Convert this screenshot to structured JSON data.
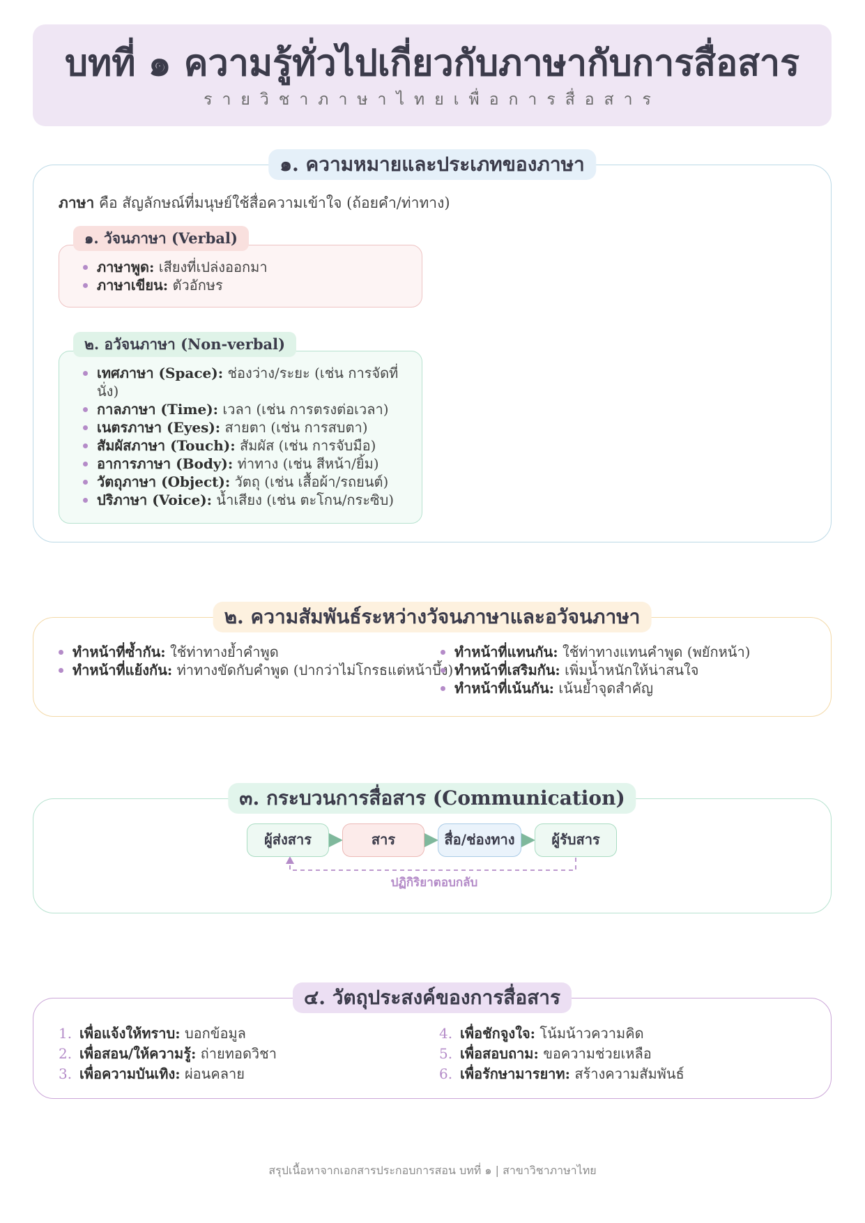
{
  "header": {
    "title": "บทที่ ๑ ความรู้ทั่วไปเกี่ยวกับภาษากับการสื่อสาร",
    "subtitle": "รายวิชาภาษาไทยเพื่อการสื่อสาร"
  },
  "section1": {
    "title": "๑. ความหมายและประเภทของภาษา",
    "definition_term": "ภาษา",
    "definition_text": " คือ สัญลักษณ์ที่มนุษย์ใช้สื่อความเข้าใจ (ถ้อยคำ/ท่าทาง)",
    "verbal": {
      "label": "๑. วัจนภาษา (Verbal)",
      "items": [
        {
          "term": "ภาษาพูด:",
          "desc": " เสียงที่เปล่งออกมา"
        },
        {
          "term": "ภาษาเขียน:",
          "desc": " ตัวอักษร"
        }
      ]
    },
    "nonverbal": {
      "label": "๒. อวัจนภาษา (Non-verbal)",
      "items": [
        {
          "term": "เทศภาษา (Space):",
          "desc": "  ช่องว่าง/ระยะ (เช่น การจัดที่นั่ง)"
        },
        {
          "term": "กาลภาษา (Time):",
          "desc": " เวลา (เช่น การตรงต่อเวลา)"
        },
        {
          "term": "เนตรภาษา (Eyes):",
          "desc": " สายตา (เช่น การสบตา)"
        },
        {
          "term": "สัมผัสภาษา (Touch):",
          "desc": " สัมผัส (เช่น การจับมือ)"
        },
        {
          "term": "อาการภาษา (Body):",
          "desc": " ท่าทาง (เช่น สีหน้า/ยิ้ม)"
        },
        {
          "term": "วัตถุภาษา (Object):",
          "desc": " วัตถุ (เช่น เสื้อผ้า/รถยนต์)"
        },
        {
          "term": "ปริภาษา (Voice):",
          "desc": " น้ำเสียง (เช่น ตะโกน/กระซิบ)"
        }
      ]
    }
  },
  "section2": {
    "title": "๒. ความสัมพันธ์ระหว่างวัจนภาษาและอวัจนภาษา",
    "left": [
      {
        "term": "ทำหน้าที่ซ้ำกัน:",
        "desc": " ใช้ท่าทางย้ำคำพูด"
      },
      {
        "term": "ทำหน้าที่แย้งกัน:",
        "desc": " ท่าทางขัดกับคำพูด (ปากว่าไม่โกรธแต่หน้าบึ้ง)"
      }
    ],
    "right": [
      {
        "term": "ทำหน้าที่แทนกัน:",
        "desc": " ใช้ท่าทางแทนคำพูด (พยักหน้า)"
      },
      {
        "term": "ทำหน้าที่เสริมกัน:",
        "desc": " เพิ่มน้ำหนักให้น่าสนใจ"
      },
      {
        "term": "ทำหน้าที่เน้นกัน:",
        "desc": " เน้นย้ำจุดสำคัญ"
      }
    ]
  },
  "section3": {
    "title": "๓. กระบวนการสื่อสาร (Communication)",
    "nodes": {
      "sender": "ผู้ส่งสาร",
      "message": "สาร",
      "channel": "สื่อ/ช่องทาง",
      "receiver": "ผู้รับสาร"
    },
    "feedback": "ปฏิกิริยาตอบกลับ",
    "colors": {
      "arrow": "#7fb89c",
      "feedback": "#b48bc8"
    }
  },
  "section4": {
    "title": "๔. วัตถุประสงค์ของการสื่อสาร",
    "left": [
      {
        "num": "1.",
        "term": "เพื่อแจ้งให้ทราบ:",
        "desc": " บอกข้อมูล"
      },
      {
        "num": "2.",
        "term": "เพื่อสอน/ให้ความรู้:",
        "desc": " ถ่ายทอดวิชา"
      },
      {
        "num": "3.",
        "term": "เพื่อความบันเทิง:",
        "desc": " ผ่อนคลาย"
      }
    ],
    "right": [
      {
        "num": "4.",
        "term": "เพื่อชักจูงใจ:",
        "desc": " โน้มน้าวความคิด"
      },
      {
        "num": "5.",
        "term": "เพื่อสอบถาม:",
        "desc": " ขอความช่วยเหลือ"
      },
      {
        "num": "6.",
        "term": "เพื่อรักษามารยาท:",
        "desc": " สร้างความสัมพันธ์"
      }
    ]
  },
  "footer": "สรุปเนื้อหาจากเอกสารประกอบการสอน บทที่ ๑ | สาขาวิชาภาษาไทย"
}
